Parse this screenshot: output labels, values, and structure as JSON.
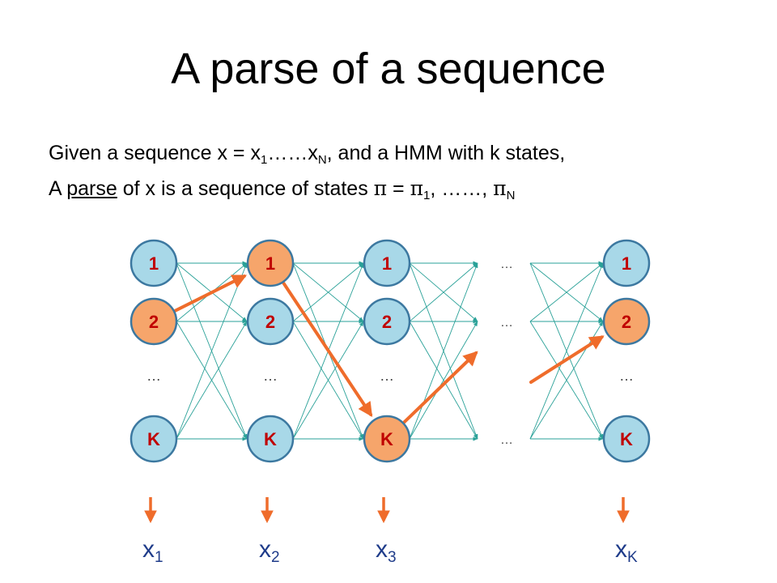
{
  "slide": {
    "title": "A parse of a sequence"
  },
  "text": {
    "line1": {
      "p1": "Given a sequence x = x",
      "sub1": "1",
      "p2": "……x",
      "sub2": "N",
      "p3": ",  and a HMM with k states,"
    },
    "line2": {
      "p1": "A ",
      "parse_word": "parse",
      "p2": " of x is a sequence of states ",
      "pi1": "π",
      "p3": " = ",
      "pi2": "π",
      "sub1": "1",
      "p4": ", ……, ",
      "pi3": "π",
      "sub2": "N"
    }
  },
  "diagram": {
    "columns": [
      {
        "states": [
          "1",
          "2",
          "K"
        ],
        "dots": "…",
        "observation": "x",
        "observation_sub": "1"
      },
      {
        "states": [
          "1",
          "2",
          "K"
        ],
        "dots": "…",
        "observation": "x",
        "observation_sub": "2"
      },
      {
        "states": [
          "1",
          "2",
          "K"
        ],
        "dots": "…",
        "observation": "x",
        "observation_sub": "3"
      },
      {
        "states": [
          "1",
          "2",
          "K"
        ],
        "dots": "…",
        "observation": "x",
        "observation_sub": "K"
      }
    ],
    "gap_dots": [
      "…",
      "…",
      "…"
    ],
    "highlighted_path": [
      {
        "column": 0,
        "state": "2"
      },
      {
        "column": 1,
        "state": "1"
      },
      {
        "column": 2,
        "state": "K"
      },
      {
        "column": 3,
        "state": "2"
      }
    ],
    "colors": {
      "state_fill": "#a8d8e8",
      "state_stroke": "#3c78a0",
      "path_fill": "#f6a56b",
      "path_stroke": "#3c78a0",
      "label": "#c00000",
      "edge": "#2aa198",
      "path_edge": "#ef6c2b",
      "dots": "#444444",
      "observation_arrow": "#ef6c2b",
      "observation_text": "#1f3c8a"
    }
  }
}
